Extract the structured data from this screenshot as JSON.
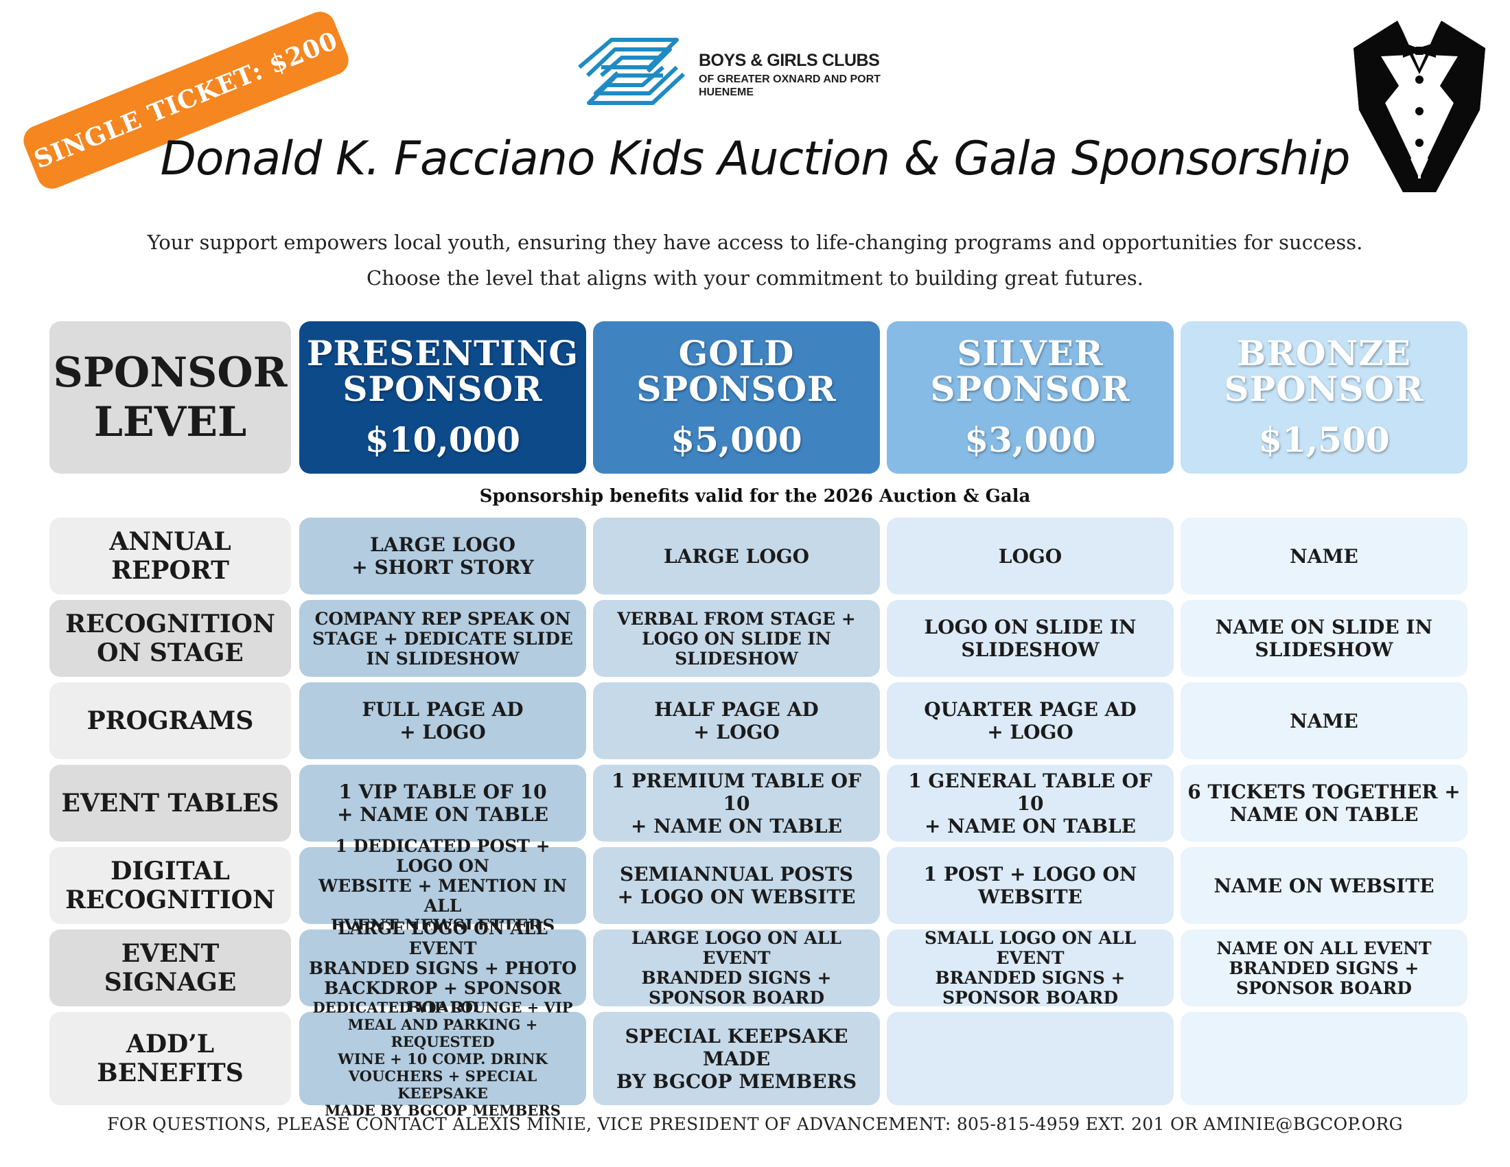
{
  "ribbon": {
    "text": "SINGLE TICKET: $200"
  },
  "logo": {
    "name": "BOYS & GIRLS CLUBS",
    "sub": "OF GREATER OXNARD AND PORT HUENEME",
    "icon": "hands-icon"
  },
  "title": "Donald K. Facciano Kids Auction & Gala Sponsorship",
  "intro": {
    "line1": "Your support empowers local youth, ensuring they have access to life-changing programs and opportunities for success.",
    "line2": "Choose the level that aligns with your commitment to building great futures."
  },
  "header": {
    "label_line1": "SPONSOR",
    "label_line2": "LEVEL",
    "tiers": [
      {
        "line1": "PRESENTING",
        "line2": "SPONSOR",
        "price": "$10,000"
      },
      {
        "line1": "GOLD",
        "line2": "SPONSOR",
        "price": "$5,000"
      },
      {
        "line1": "SILVER",
        "line2": "SPONSOR",
        "price": "$3,000"
      },
      {
        "line1": "BRONZE",
        "line2": "SPONSOR",
        "price": "$1,500"
      }
    ]
  },
  "note": "Sponsorship benefits valid for the 2026 Auction & Gala",
  "rows": [
    {
      "label": "ANNUAL REPORT",
      "cells": [
        "LARGE LOGO\n+ SHORT STORY",
        "LARGE LOGO",
        "LOGO",
        "NAME"
      ]
    },
    {
      "label": "RECOGNITION\nON STAGE",
      "cells": [
        "COMPANY REP SPEAK ON\nSTAGE + DEDICATE SLIDE\nIN SLIDESHOW",
        "VERBAL FROM STAGE +\nLOGO ON SLIDE IN\nSLIDESHOW",
        "LOGO ON SLIDE IN\nSLIDESHOW",
        "NAME ON SLIDE IN\nSLIDESHOW"
      ]
    },
    {
      "label": "PROGRAMS",
      "cells": [
        "FULL PAGE AD\n+ LOGO",
        "HALF PAGE AD\n+ LOGO",
        "QUARTER PAGE AD\n+ LOGO",
        "NAME"
      ]
    },
    {
      "label": "EVENT TABLES",
      "cells": [
        "1 VIP TABLE OF 10\n+ NAME ON TABLE",
        "1 PREMIUM TABLE OF 10\n+ NAME ON TABLE",
        "1 GENERAL TABLE OF 10\n+ NAME ON TABLE",
        "6 TICKETS TOGETHER +\nNAME ON TABLE"
      ]
    },
    {
      "label": "DIGITAL\nRECOGNITION",
      "cells": [
        "1 DEDICATED POST + LOGO ON\nWEBSITE + MENTION IN ALL\nEVENT NEWSLETTERS",
        "SEMIANNUAL POSTS\n+ LOGO ON WEBSITE",
        "1 POST + LOGO ON\nWEBSITE",
        "NAME ON WEBSITE"
      ]
    },
    {
      "label": "EVENT\nSIGNAGE",
      "cells": [
        "LARGE LOGO ON ALL EVENT\nBRANDED SIGNS + PHOTO\nBACKDROP + SPONSOR BOARD",
        "LARGE LOGO ON ALL EVENT\nBRANDED SIGNS +\nSPONSOR BOARD",
        "SMALL LOGO ON ALL EVENT\nBRANDED SIGNS +\nSPONSOR BOARD",
        "NAME ON ALL EVENT\nBRANDED SIGNS +\nSPONSOR BOARD"
      ]
    },
    {
      "label": "ADD’L\nBENEFITS",
      "cells": [
        "DEDICATED VIP LOUNGE + VIP\nMEAL AND PARKING + REQUESTED\nWINE + 10 COMP. DRINK\nVOUCHERS + SPECIAL KEEPSAKE\nMADE BY BGCOP MEMBERS",
        "SPECIAL KEEPSAKE MADE\nBY BGCOP MEMBERS",
        "",
        ""
      ]
    }
  ],
  "footer": "FOR QUESTIONS, PLEASE CONTACT ALEXIS MINIE, VICE PRESIDENT OF ADVANCEMENT: 805-815-4959 EXT. 201 OR AMINIE@BGCOP.ORG",
  "colors": {
    "orange": "#f6861f",
    "presenting": "#0d4a8a",
    "gold": "#3f83c1",
    "silver": "#86bbe5",
    "bronze": "#c5e2f6",
    "logo_blue": "#1e8bc3"
  }
}
